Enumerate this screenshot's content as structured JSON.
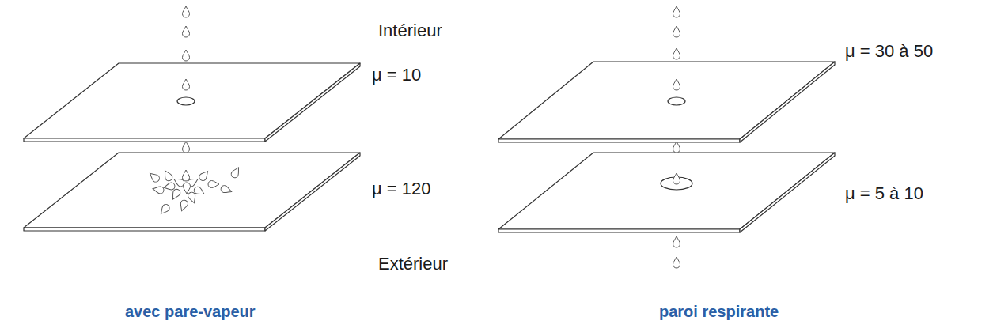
{
  "diagram": {
    "labels": [
      "Intérieur",
      "μ = 10",
      "μ = 30 à 50",
      "μ = 120",
      "μ = 5 à 10",
      "Extérieur",
      "avec pare-vapeur",
      "paroi respirante"
    ]
  }
}
